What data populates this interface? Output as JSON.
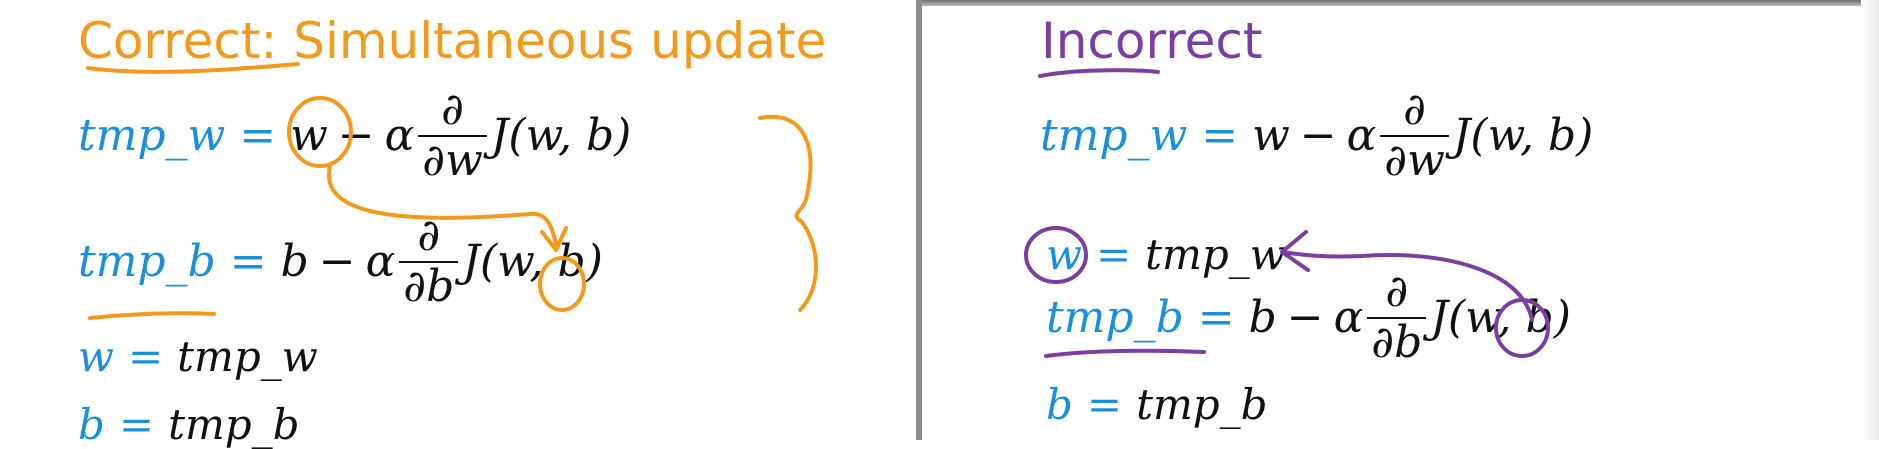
{
  "left": {
    "title": "Correct: Simultaneous update",
    "eq1": {
      "lhs": "tmp_w",
      "eq": "=",
      "a": "w",
      "op": "−",
      "alpha": "α",
      "num": "∂",
      "den": "∂w",
      "fn": "J(w, b)"
    },
    "eq2": {
      "lhs": "tmp_b",
      "eq": "=",
      "a": "b",
      "op": "−",
      "alpha": "α",
      "num": "∂",
      "den": "∂b",
      "fn": "J(w, b)"
    },
    "eq3": {
      "lhs": "w",
      "eq": "=",
      "rhs": "tmp_w"
    },
    "eq4": {
      "lhs": "b",
      "eq": "=",
      "rhs": "tmp_b"
    }
  },
  "right": {
    "title": "Incorrect",
    "eq1": {
      "lhs": "tmp_w",
      "eq": "=",
      "a": "w",
      "op": "−",
      "alpha": "α",
      "num": "∂",
      "den": "∂w",
      "fn": "J(w, b)"
    },
    "eq2": {
      "lhs": "w",
      "eq": "=",
      "rhs": "tmp_w"
    },
    "eq3": {
      "lhs": "tmp_b",
      "eq": "=",
      "a": "b",
      "op": "−",
      "alpha": "α",
      "num": "∂",
      "den": "∂b",
      "fn": "J(w, b)"
    },
    "eq4": {
      "lhs": "b",
      "eq": "=",
      "rhs": "tmp_b"
    }
  },
  "colors": {
    "correct": "#f39a1c",
    "incorrect": "#7b3fa3",
    "variable": "#1b8fdc",
    "text": "#111111"
  }
}
